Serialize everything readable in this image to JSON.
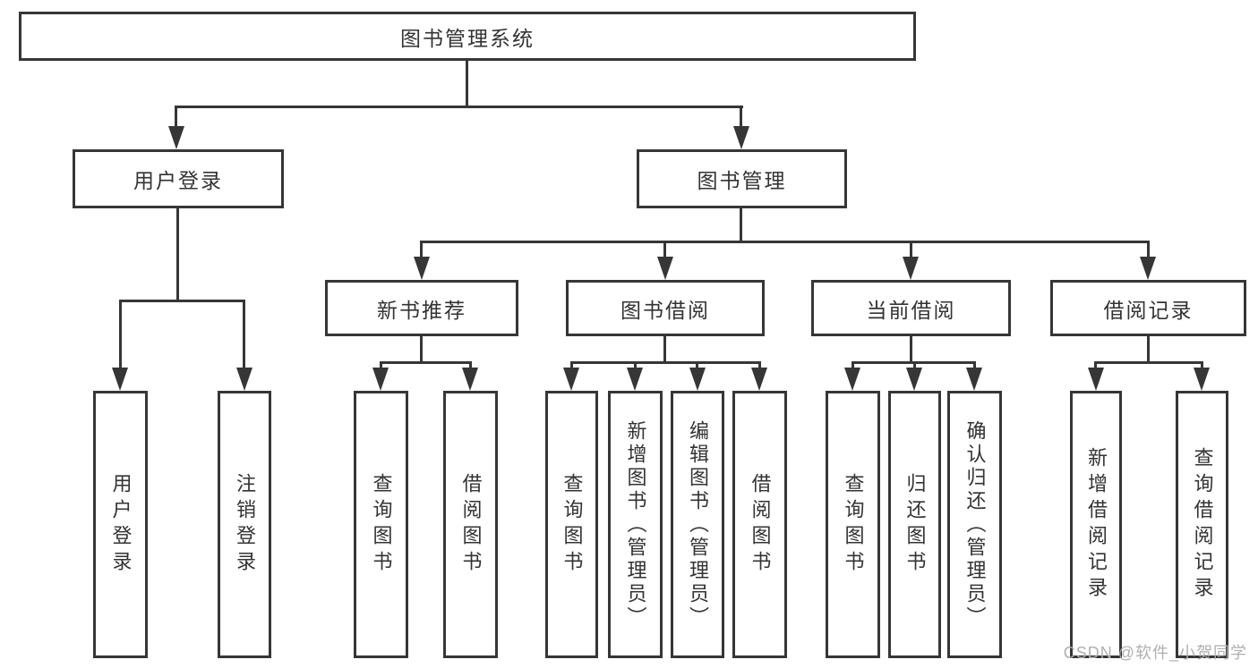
{
  "diagram": {
    "root": {
      "label": "图书管理系统"
    },
    "branches": [
      {
        "label": "用户登录",
        "children": [
          {
            "label": "用户登录"
          },
          {
            "label": "注销登录"
          }
        ]
      },
      {
        "label": "图书管理",
        "children": [
          {
            "label": "新书推荐",
            "children": [
              {
                "label": "查询图书"
              },
              {
                "label": "借阅图书"
              }
            ]
          },
          {
            "label": "图书借阅",
            "children": [
              {
                "label": "查询图书"
              },
              {
                "label": "新增图书（管理员）"
              },
              {
                "label": "编辑图书（管理员）"
              },
              {
                "label": "借阅图书"
              }
            ]
          },
          {
            "label": "当前借阅",
            "children": [
              {
                "label": "查询图书"
              },
              {
                "label": "归还图书"
              },
              {
                "label": "确认归还（管理员）"
              }
            ]
          },
          {
            "label": "借阅记录",
            "children": [
              {
                "label": "新增借阅记录"
              },
              {
                "label": "查询借阅记录"
              }
            ]
          }
        ]
      }
    ]
  },
  "watermark": {
    "text": "CSDN @软件_小贺同学"
  },
  "colors": {
    "line": "#363636",
    "text": "#333333",
    "watermark": "#b0b0b0",
    "background": "#ffffff"
  }
}
